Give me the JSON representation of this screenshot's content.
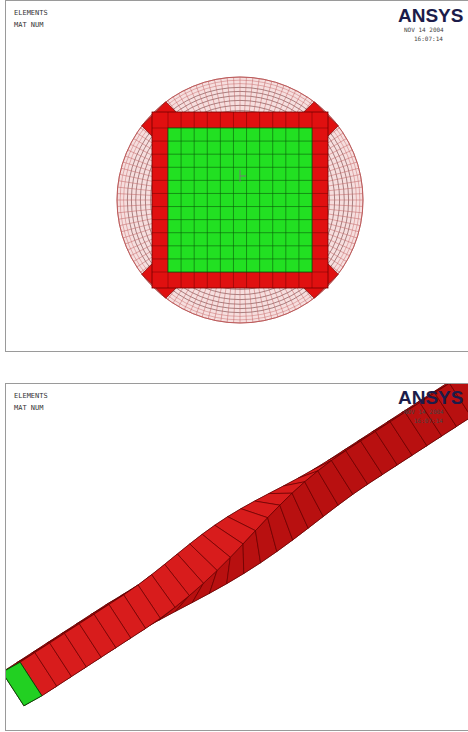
{
  "diagram": {
    "labels": [
      "ELEMENTS",
      "MAT NUM",
      "ANSYS",
      "NOV 14 2004",
      "16:07:14",
      "ELEMENTS",
      "MAT NUM",
      "ANSYS",
      "NOV 14 2004",
      "16:07:14"
    ]
  }
}
